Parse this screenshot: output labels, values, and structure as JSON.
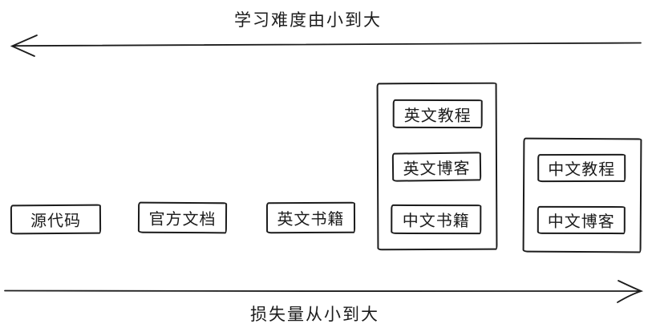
{
  "diagram": {
    "top_axis": {
      "label": "学习难度由小到大",
      "direction": "left"
    },
    "bottom_axis": {
      "label": "损失量从小到大",
      "direction": "right"
    },
    "standalone_boxes": [
      {
        "label": "源代码"
      },
      {
        "label": "官方文档"
      },
      {
        "label": "英文书籍"
      }
    ],
    "groups": [
      {
        "items": [
          {
            "label": "英文教程"
          },
          {
            "label": "英文博客"
          },
          {
            "label": "中文书籍"
          }
        ]
      },
      {
        "items": [
          {
            "label": "中文教程"
          },
          {
            "label": "中文博客"
          }
        ]
      }
    ],
    "colors": {
      "stroke": "#1c1c1c",
      "background": "#ffffff"
    }
  }
}
